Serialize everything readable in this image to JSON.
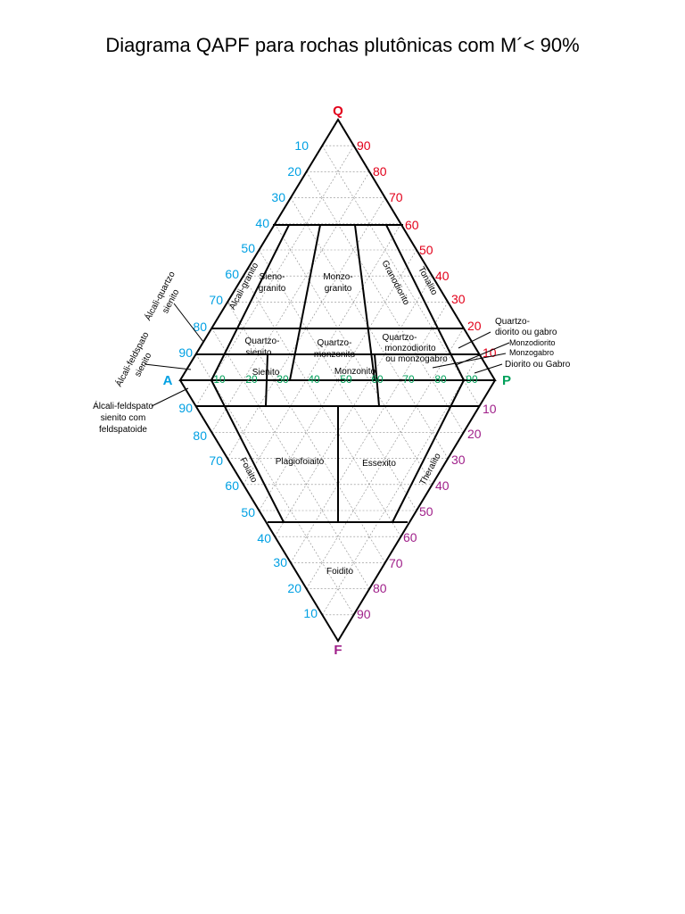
{
  "title": "Diagrama QAPF para rochas plutônicas com M´< 90%",
  "colors": {
    "q": "#e2001a",
    "a": "#00a0e3",
    "p": "#00a05a",
    "f": "#a0208a"
  },
  "vertices": {
    "q": "Q",
    "a": "A",
    "p": "P",
    "f": "F"
  },
  "ticks": {
    "left_upper": [
      "10",
      "20",
      "30",
      "40",
      "50",
      "60",
      "70",
      "80",
      "90"
    ],
    "right_upper": [
      "90",
      "80",
      "70",
      "60",
      "50",
      "40",
      "30",
      "20",
      "10"
    ],
    "ap": [
      "10",
      "20",
      "30",
      "40",
      "50",
      "60",
      "70",
      "80",
      "90"
    ],
    "left_lower": [
      "90",
      "80",
      "70",
      "60",
      "50",
      "40",
      "30",
      "20",
      "10"
    ],
    "right_lower": [
      "10",
      "20",
      "30",
      "40",
      "50",
      "60",
      "70",
      "80",
      "90"
    ]
  },
  "fields": {
    "alcali_granito": "Álcali-granito",
    "sienogranito_1": "Sieno-",
    "sienogranito_2": "granito",
    "monzogranito_1": "Monzo-",
    "monzogranito_2": "granito",
    "granodiorito": "Granodiorito",
    "tonalito": "Tonalito",
    "quartzo_sienito_1": "Quartzo-",
    "quartzo_sienito_2": "sienito",
    "quartzo_monzonito_1": "Quartzo-",
    "quartzo_monzonito_2": "monzonito",
    "qmd_1": "Quartzo-",
    "qmd_2": "monzodiorito",
    "qmd_3": "ou monzogabro",
    "sienito": "Sienito",
    "monzonito": "Monzonito",
    "foiaito": "Foiaito",
    "plagiofoiaito": "Plagiofoiaito",
    "essexito": "Essexito",
    "theralito": "Theralito",
    "foidito": "Foidito"
  },
  "callouts": {
    "alcali_quartzo_1": "Álcali-quartzo",
    "alcali_quartzo_2": "sienito",
    "alcali_feldspato_1": "Álcali-feldspato",
    "alcali_feldspato_2": "sienito",
    "afsf_1": "Álcali-feldspato",
    "afsf_2": "sienito com",
    "afsf_3": "feldspatoide",
    "qdg_1": "Quartzo-",
    "qdg_2": "diorito ou gabro",
    "monzodiorito": "Monzodiorito",
    "monzogabro": "Monzogabro",
    "diorito_gabro": "Diorito ou Gabro"
  }
}
